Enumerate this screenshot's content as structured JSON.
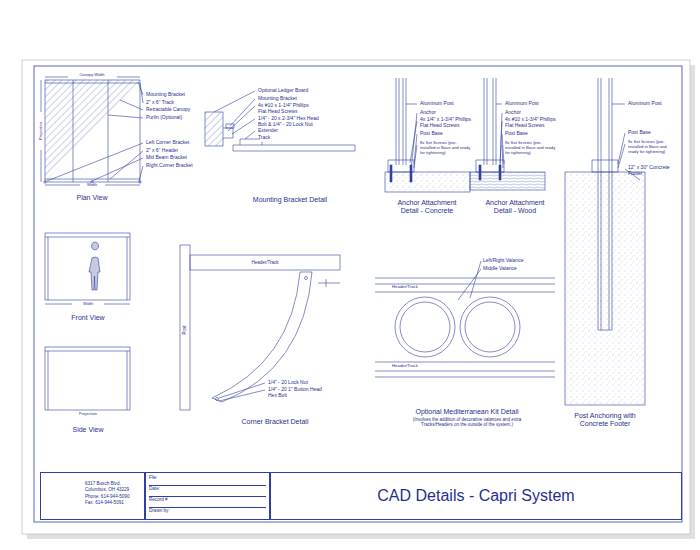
{
  "diagram": {
    "title": "CAD Details - Capri System",
    "nodes": [
      {
        "text": [
          "6317 Busch Blvd.",
          "Columbus, OH 43229",
          "Phone: 614-944-5090",
          "Fax: 614-944-5091"
        ]
      },
      {
        "text": [
          "File:",
          "Date:",
          "Record #",
          "Drawn by:"
        ]
      }
    ],
    "labels": [
      "Canopy Width",
      "Projection",
      "Width",
      "Mounting Bracket",
      "2\" x 6\" Track",
      "Retractable Canopy",
      "Purlin (Optional)",
      "Left Corner Bracket",
      "2\" x 6\" Header",
      "Mid Beam Bracket",
      "Right Corner Bracket",
      "Plan View",
      "Optional Ledger Board",
      "Mounting Bracket",
      "4x #10 x 1-1/4\" Phillips Flat Head Screws",
      "1/4\" - 20 x 2-3/4\" Hex Head Bolt & 1/4\" - 20 Lock Nut",
      "Extender",
      "Track",
      "Mounting Bracket Detail",
      "Aluminum Post",
      "Anchor",
      "4x 1/4\" x 1-3/4\" Phillips Flat Head Screws",
      "Post Base",
      "8x Set Screws (pre-installed in Base and ready for tightening)",
      "Anchor Attachment Detail - Concrete",
      "Aluminum Post",
      "Anchor",
      "4x #10 x 1-3/4\" Phillips Flat Head Screws",
      "Post Base",
      "8x Set Screws (pre-installed in Base and ready for tightening)",
      "Anchor Attachment Detail - Wood",
      "Aluminum Post",
      "Post Base",
      "8x Set Screws (pre-installed in Base and ready for tightening)",
      "12\" x 30\" Concrete Footer",
      "Post Anchoring with Concrete Footer",
      "Width",
      "Front View",
      "Projection",
      "Side View",
      "Header/Track",
      "Post",
      "1/4\" - 20 Lock Nut",
      "1/4\" - 20 1\" Button Head Hex Bolt",
      "Corner Bracket Detail",
      "Left/Right Valance",
      "Middle Valance",
      "Header/Track",
      "Header/Track",
      "Optional Mediterranean Kit Detail",
      "(Involves the addition of decorative valances and extra Tracks/Headers on the outside of the system.)"
    ]
  }
}
